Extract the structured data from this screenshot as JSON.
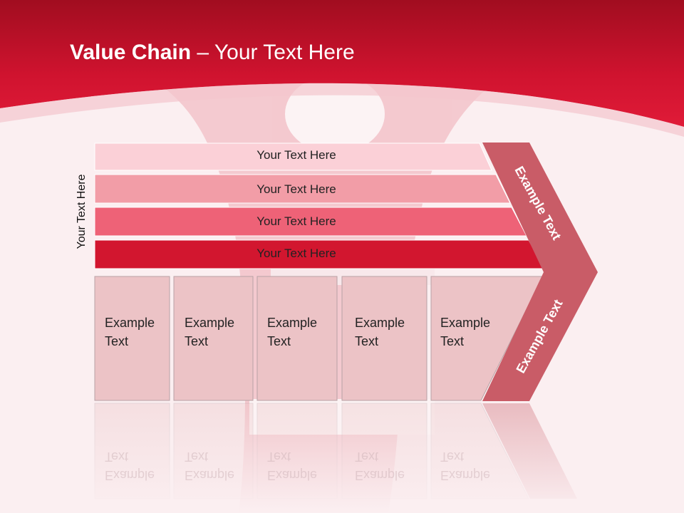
{
  "title": {
    "bold": "Value Chain",
    "rest": " – Your Text Here"
  },
  "side_label": "Your Text Here",
  "bars": [
    {
      "label": "Your Text Here",
      "color": "#fbd0d7"
    },
    {
      "label": "Your Text Here",
      "color": "#f29da7"
    },
    {
      "label": "Your Text Here",
      "color": "#ee6277"
    },
    {
      "label": "Your Text Here",
      "color": "#d2162f"
    }
  ],
  "boxes": [
    {
      "label": "Example\nText"
    },
    {
      "label": "Example\nText"
    },
    {
      "label": "Example\nText"
    },
    {
      "label": "Example\nText"
    },
    {
      "label": "Example\nText"
    }
  ],
  "chevron": {
    "upper_label": "Example Text",
    "lower_label": "Example Text",
    "color": "#c95c67"
  },
  "colors": {
    "header_red": "#c8102e",
    "box_fill": "#ecc3c6",
    "box_border": "#b8a2a5",
    "background": "#fbeff1"
  }
}
